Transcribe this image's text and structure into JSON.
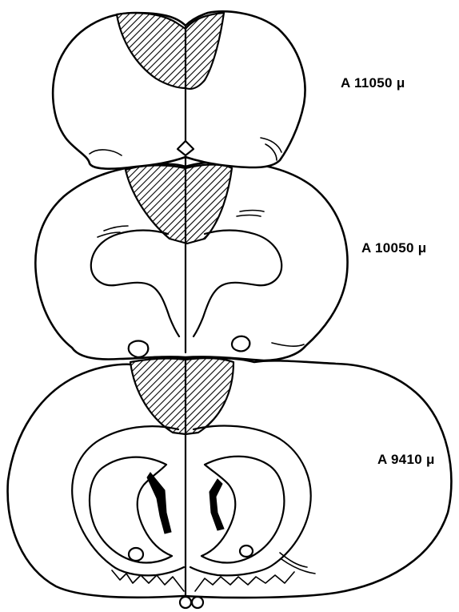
{
  "sections": [
    {
      "label": "A 11050 μ"
    },
    {
      "label": "A 10050 μ"
    },
    {
      "label": "A 9410 μ"
    }
  ],
  "colors": {
    "ink": "#000000",
    "background": "#ffffff"
  }
}
